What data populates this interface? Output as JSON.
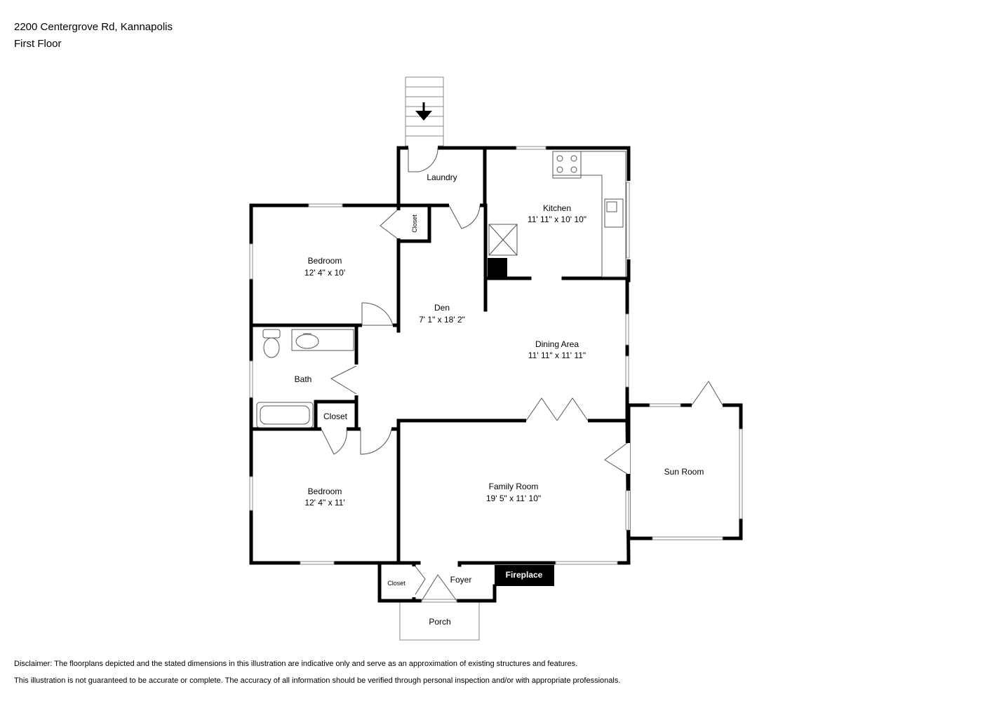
{
  "header": {
    "address": "2200 Centergrove Rd, Kannapolis",
    "floor": "First Floor"
  },
  "rooms": {
    "laundry": {
      "name": "Laundry"
    },
    "kitchen": {
      "name": "Kitchen",
      "dims": "11' 11\" x 10' 10\""
    },
    "bedroom_top": {
      "name": "Bedroom",
      "dims": "12' 4\" x 10'"
    },
    "closet_top": {
      "name": "Closet"
    },
    "den": {
      "name": "Den",
      "dims": "7' 1\" x 18' 2\""
    },
    "dining": {
      "name": "Dining Area",
      "dims": "11' 11\" x 11' 11\""
    },
    "bath": {
      "name": "Bath"
    },
    "closet_bath": {
      "name": "Closet"
    },
    "bedroom_bottom": {
      "name": "Bedroom",
      "dims": "12' 4\" x 11'"
    },
    "family": {
      "name": "Family Room",
      "dims": "19' 5\" x 11' 10\""
    },
    "sun_room": {
      "name": "Sun Room"
    },
    "closet_foyer": {
      "name": "Closet"
    },
    "foyer": {
      "name": "Foyer"
    },
    "fireplace": {
      "name": "Fireplace"
    },
    "porch": {
      "name": "Porch"
    }
  },
  "disclaimer": {
    "line1": "Disclaimer: The floorplans depicted and the stated dimensions in this illustration are indicative only and serve as an approximation of existing structures and features.",
    "line2": "This illustration is not guaranteed to be accurate or complete. The accuracy of all information should be verified through personal inspection and/or with appropriate professionals."
  }
}
